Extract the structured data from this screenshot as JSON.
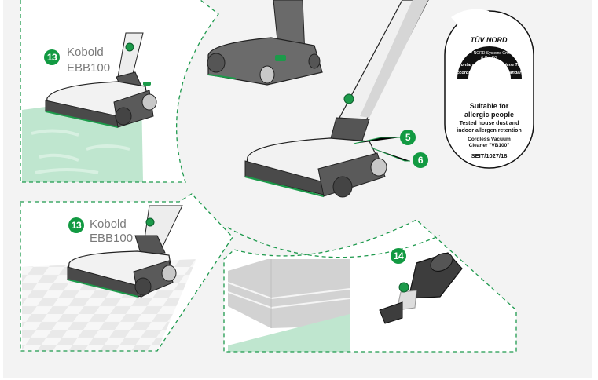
{
  "panels": {
    "top_left": {
      "badge": "13",
      "label_line1": "Kobold",
      "label_line2": "EBB100",
      "floor": "green-carpet"
    },
    "bottom_left": {
      "badge": "13",
      "label_line1": "Kobold",
      "label_line2": "EBB100",
      "floor": "tile"
    },
    "center": {
      "callouts": [
        "5",
        "6"
      ]
    },
    "bottom_right": {
      "badge": "14",
      "item": "crevice-brush-nozzle"
    }
  },
  "certification": {
    "brand": "TÜV NORD",
    "issuer": "TÜV NORD Systems GmbH & Co. KG",
    "arc_text_1": "Voluntary Indoor Air Hygiene Test",
    "arc_text_2": "according to TÜV NORD Standard",
    "headline_1": "Suitable for",
    "headline_2": "allergic people",
    "detail_1": "Tested house dust and",
    "detail_2": "indoor allergen retention",
    "product_1": "Cordless Vacuum",
    "product_2": "Cleaner \"VB100\"",
    "code": "SEIT/1027/18"
  },
  "colors": {
    "accent_green": "#129a42",
    "dash_green": "#1f9a4e",
    "background": "#f3f3f3",
    "panel": "#ffffff",
    "label_gray": "#7a7a7a",
    "carpet": "#bfe6cf"
  }
}
